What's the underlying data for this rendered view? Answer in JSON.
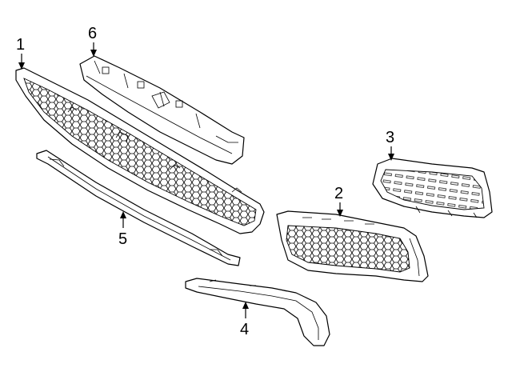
{
  "diagram": {
    "callouts": [
      {
        "id": "1",
        "label": "1"
      },
      {
        "id": "2",
        "label": "2"
      },
      {
        "id": "3",
        "label": "3"
      },
      {
        "id": "4",
        "label": "4"
      },
      {
        "id": "5",
        "label": "5"
      },
      {
        "id": "6",
        "label": "6"
      }
    ],
    "parts": [
      {
        "callout": "1",
        "icon": "lower-grille-icon"
      },
      {
        "callout": "2",
        "icon": "fog-lamp-grille-icon"
      },
      {
        "callout": "3",
        "icon": "grille-insert-icon"
      },
      {
        "callout": "4",
        "icon": "molding-trim-icon"
      },
      {
        "callout": "5",
        "icon": "lower-molding-strip-icon"
      },
      {
        "callout": "6",
        "icon": "grille-bracket-icon"
      }
    ]
  }
}
